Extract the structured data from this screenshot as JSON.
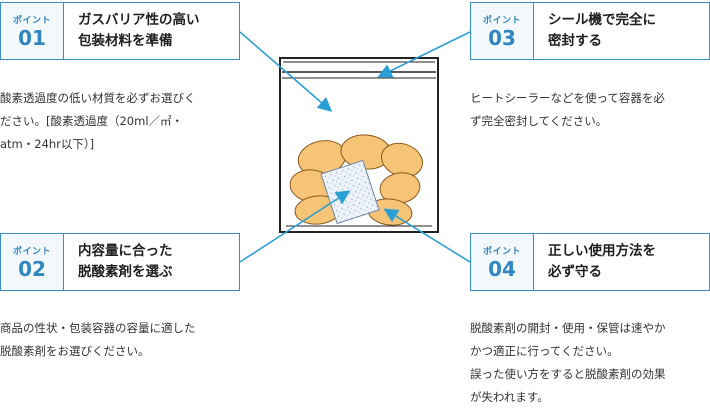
{
  "steps": [
    {
      "label": "ポイント",
      "number": "01",
      "title": "ガスバリア性の高い\n包装材料を準備",
      "description": "酸素透過度の低い材質を必ずお選びく\nださい。[酸素透過度（20ml／㎡・\natm・24hr以下）]"
    },
    {
      "label": "ポイント",
      "number": "02",
      "title": "内容量に合った\n脱酸素剤を選ぶ",
      "description": "商品の性状・包装容器の容量に適した\n脱酸素剤をお選びください。"
    },
    {
      "label": "ポイント",
      "number": "03",
      "title": "シール機で完全に\n密封する",
      "description": "ヒートシーラーなどを使って容器を必\nず完全密封してください。"
    },
    {
      "label": "ポイント",
      "number": "04",
      "title": "正しい使用方法を\n必ず守る",
      "description": "脱酸素剤の開封・使用・保管は速やか\nかつ適正に行ってください。\n誤った使い方をすると脱酸素剤の効果\nが失われます。"
    }
  ],
  "colors": {
    "accent": "#3a8fc2",
    "badge_text": "#2f86c0",
    "arrow": "#2a9fd6",
    "cracker_fill": "#f5c476",
    "cracker_stroke": "#8a5a20",
    "bag_stroke": "#222222"
  },
  "icons": [
    "bag-icon",
    "cracker-icon",
    "oxygen-absorber-icon",
    "arrow-icon"
  ]
}
